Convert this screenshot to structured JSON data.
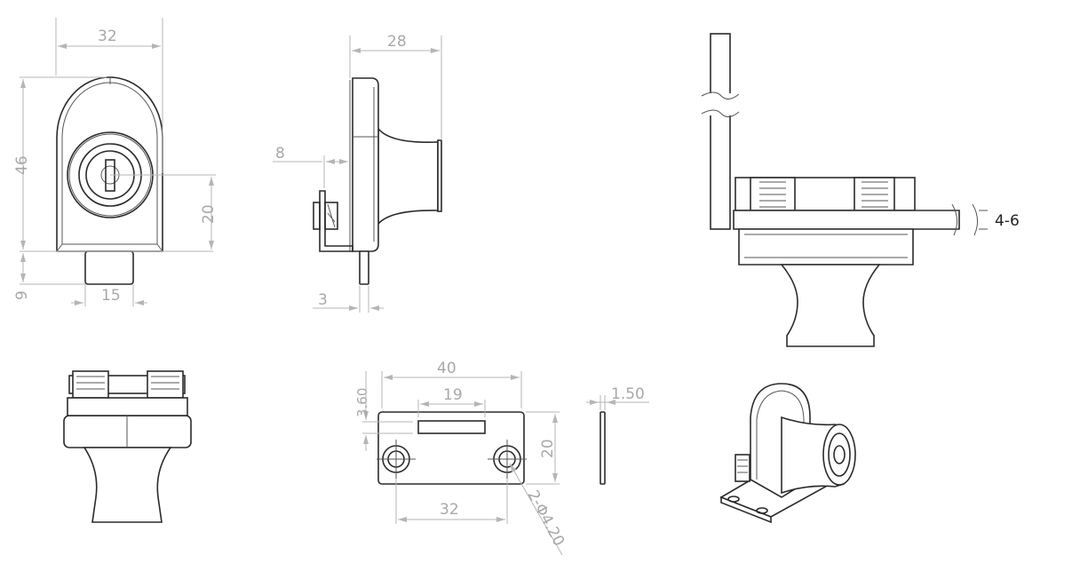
{
  "views": {
    "front": {
      "width": "32",
      "height": "46",
      "key_offset": "20",
      "tongue_length": "9",
      "tongue_width": "15"
    },
    "side": {
      "depth": "28",
      "bracket_gap": "8",
      "pin_width": "3"
    },
    "installed": {
      "glass_thickness": "4-6"
    },
    "strike_plate": {
      "length": "40",
      "slot_length": "19",
      "slot_width": "3.60",
      "height": "20",
      "hole_spacing": "32",
      "holes": "2-Φ4.20",
      "thickness": "1.50"
    }
  }
}
